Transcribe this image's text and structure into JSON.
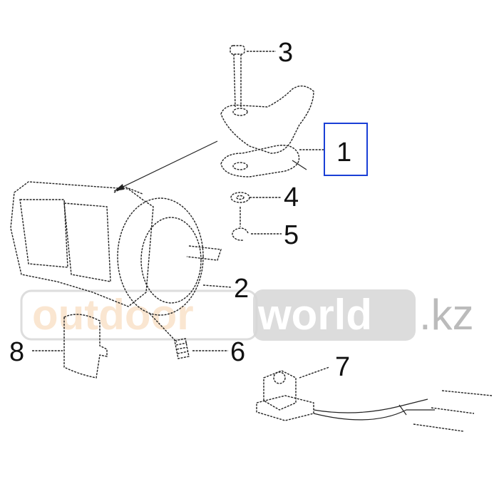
{
  "diagram": {
    "callouts": [
      {
        "id": "1",
        "highlighted": true
      },
      {
        "id": "2"
      },
      {
        "id": "3"
      },
      {
        "id": "4"
      },
      {
        "id": "5"
      },
      {
        "id": "6"
      },
      {
        "id": "7"
      },
      {
        "id": "8"
      }
    ],
    "highlight_color": "#1a3fd6"
  },
  "watermark": {
    "part1": "outdoor",
    "part2": "world",
    "part3": ".kz"
  }
}
